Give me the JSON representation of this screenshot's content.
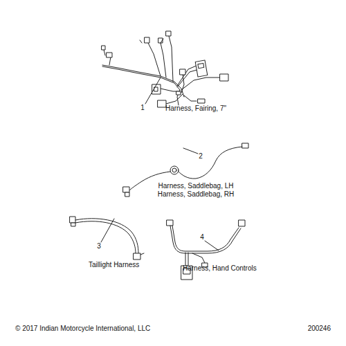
{
  "diagram": {
    "labels": [
      "1",
      "Harness, Fairing, 7\"",
      "2",
      "Harness, Saddlebag, LH",
      "Harness, Saddlebag, RH",
      "3",
      "Taillight Harness",
      "4",
      "Harness, Hand Controls",
      "© 2017 Indian Motorcycle International, LLC",
      "200246"
    ]
  }
}
